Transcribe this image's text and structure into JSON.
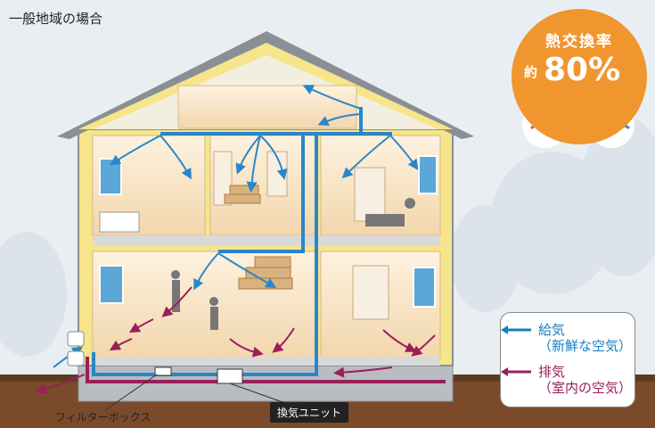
{
  "title": "一般地域の場合",
  "badge": {
    "label": "熱交換率",
    "approx": "約",
    "value": "80%"
  },
  "legend": {
    "supply": {
      "label": "給気",
      "sub": "（新鮮な空気）",
      "color": "#1a7dc2"
    },
    "exhaust": {
      "label": "排気",
      "sub": "（室内の空気）",
      "color": "#9a1e5a"
    }
  },
  "labels": {
    "filter_box": "フィルターボックス",
    "ventilation_unit": "換気ユニット"
  },
  "colors": {
    "roof": "#8a8f96",
    "insulation": "#f6e58a",
    "room": "#f7e3c4",
    "accent": "#f0962f"
  }
}
